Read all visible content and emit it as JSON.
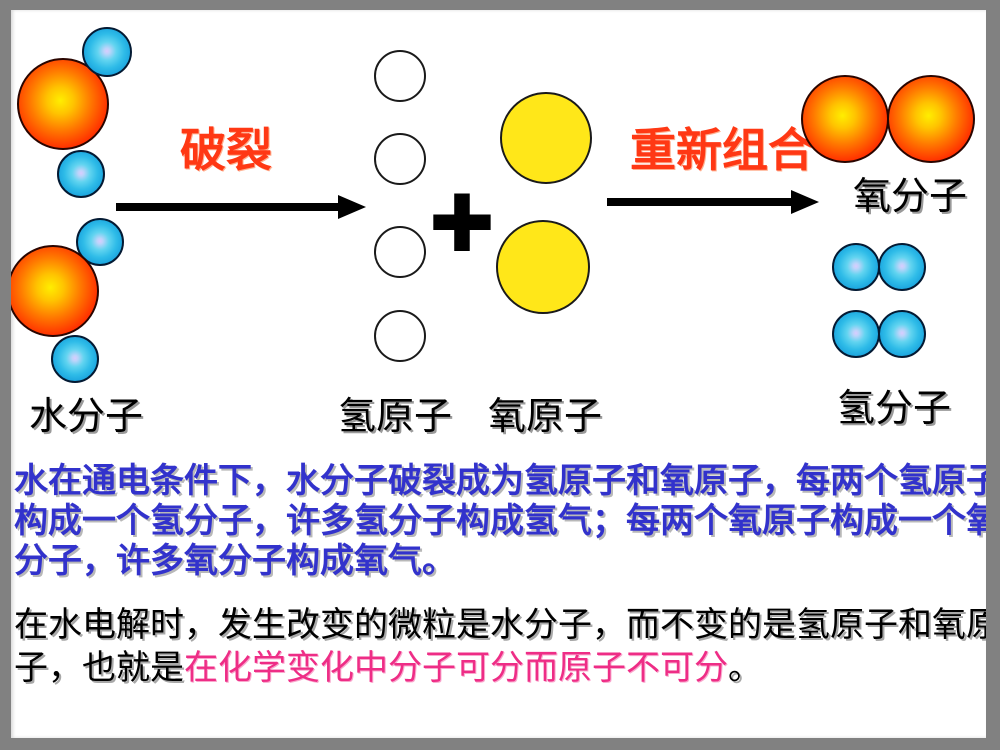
{
  "slide": {
    "type": "chemistry-education-slide",
    "colors": {
      "frame": "#818181",
      "slide_bg": "#ffffff",
      "arrow_label_red": "#ff3814",
      "paragraph_blue": "#3232cc",
      "highlight_magenta": "#ee2d86",
      "black_text": "#000000",
      "oxygen_atom_yellow": "#ffe719",
      "hydrogen_atom_white": "#ffffff",
      "oxygen_sphere_gradient": "#ffee00 -> #e00000",
      "hydrogen_sphere_gradient": "#d9ccff -> #1491d2"
    }
  },
  "diagram": {
    "water_molecule_label": "水分子",
    "break_arrow_label": "破裂",
    "plus_sign": "+",
    "hydrogen_atom_label": "氢原子",
    "oxygen_atom_label": "氧原子",
    "recombine_arrow_label": "重新组合",
    "oxygen_molecule_label": "氧分子",
    "hydrogen_molecule_label": "氢分子",
    "counts": {
      "water_molecules": 2,
      "hydrogen_atoms_white_circles": 4,
      "oxygen_atoms_yellow_circles": 2,
      "oxygen_molecules": 1,
      "hydrogen_molecules": 2
    }
  },
  "explanation": {
    "lines": [
      "水在通电条件下，水分子破裂成为氢原子和氧原子，每两个氢原子",
      "构成一个氢分子，许多氢分子构成氢气；每两个氧原子构成一个氧",
      "分子，许多氧分子构成氧气。"
    ]
  },
  "conclusion": {
    "line1": "在水电解时，发生改变的微粒是水分子，而不变的是氢原子和氧原",
    "line2_prefix": "子，也就是",
    "line2_highlight": "在化学变化中分子可分而原子不可分",
    "line2_suffix": "。"
  }
}
